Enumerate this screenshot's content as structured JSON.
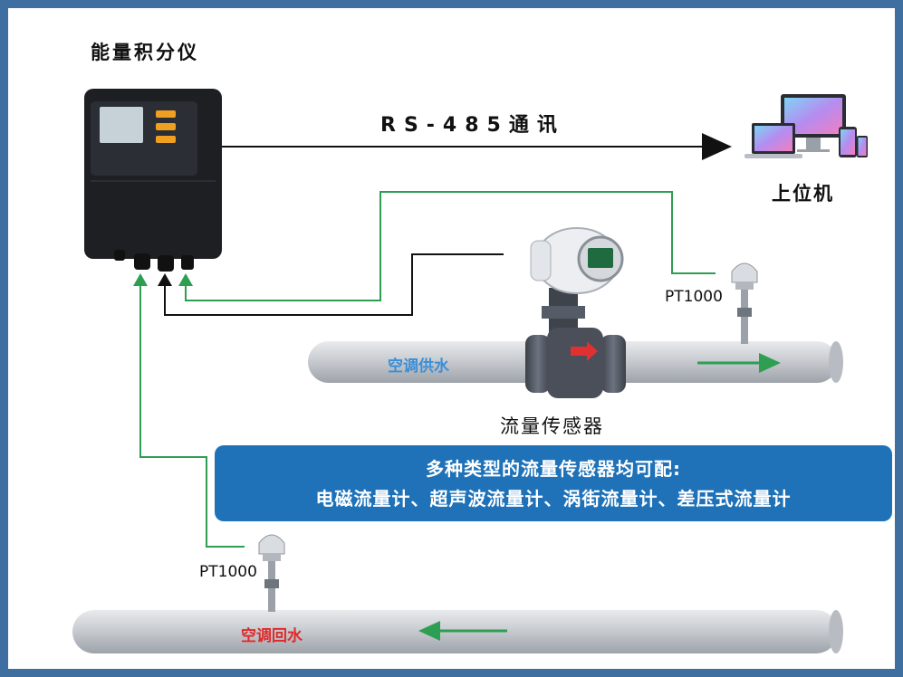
{
  "labels": {
    "integrator": "能量积分仪",
    "rs485": "RS-485通讯",
    "host": "上位机",
    "flow_sensor": "流量传感器",
    "pt_upper": "PT1000",
    "pt_lower": "PT1000",
    "supply_pipe": "空调供水",
    "return_pipe": "空调回水"
  },
  "info_box": {
    "line1": "多种类型的流量传感器均可配:",
    "line2": "电磁流量计、超声波流量计、涡街流量计、差压式流量计"
  },
  "colors": {
    "frame": "#3f6fa0",
    "green_wire": "#2e9e52",
    "black_wire": "#111111",
    "info_box_bg": "#1f72b8",
    "supply_text": "#3a8fd6",
    "return_text": "#e02a2a",
    "pipe": "#cfd2d6"
  },
  "icons": {
    "host": "computer-devices-icon",
    "integrator": "energy-integrator-device",
    "flow_sensor": "electromagnetic-flowmeter",
    "temperature_sensor": "pt1000-probe"
  }
}
